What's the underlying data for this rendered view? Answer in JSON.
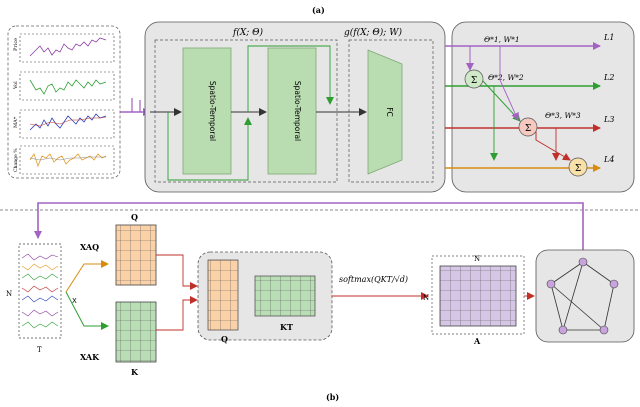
{
  "labels": {
    "panel_a": "(a)",
    "panel_b": "(b)",
    "f_block": "f(X; Θ)",
    "g_block": "g(f(X; Θ); W)",
    "st_block_1": "Spatio-Temporal",
    "st_block_2": "Spatio-Temporal",
    "fc_block": "FC",
    "head_1": "Θ*1, W*1",
    "head_2": "Θ*2, W*2",
    "head_3": "Θ*3, W*3",
    "sum_symbol": "Σ",
    "loss_1": "L1",
    "loss_2": "L2",
    "loss_3": "L3",
    "loss_4": "L4",
    "series_1": "Price",
    "series_2": "Vol",
    "series_3": "MA*",
    "series_4": "Change %",
    "n_label": "N",
    "t_label": "T",
    "x_label": "X",
    "xaq_label": "XAQ",
    "xak_label": "XAK",
    "q_label": "Q",
    "k_label": "K",
    "kt_label": "KT",
    "softmax_label": "softmax(QKT/√d)",
    "a_label": "A"
  },
  "colors": {
    "purple_arrow": "#a262c2",
    "green_arrow": "#2e9e33",
    "red_arrow": "#c0302b",
    "orange_arrow": "#d98b10",
    "green_block": "#b9ddb0",
    "q_matrix": "#fbd2a8",
    "k_matrix": "#b9ddb5",
    "a_matrix": "#d6c6e6",
    "panel_gray": "#e6e6e6"
  }
}
